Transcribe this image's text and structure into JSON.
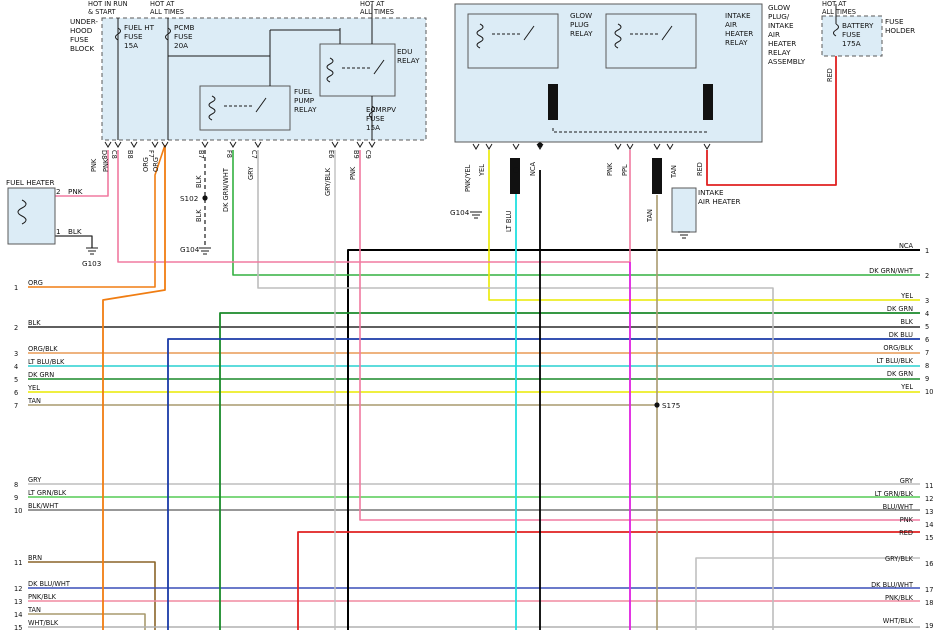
{
  "colors": {
    "ORG": "#f07d12",
    "BLK": "#2a2a2a",
    "ORG/BLK": "#e89a55",
    "LT BLU/BLK": "#29d0d0",
    "DK GRN": "#1a8a2a",
    "YEL": "#eaea00",
    "TAN": "#a89a6e",
    "GRY": "#bdbdbd",
    "LT GRN/BLK": "#55cc55",
    "BLK/WHT": "#777777",
    "BRN": "#8a6428",
    "DK BLU/WHT": "#3a4fb8",
    "PNK/BLK": "#f08aa0",
    "WHT/BLK": "#b0b0b0",
    "PNK": "#f07aa0",
    "RED": "#e02020",
    "DK GRN/WHT": "#33b040",
    "PPL": "#e020e0",
    "LT BLU": "#20e0e0",
    "NCA": "#000000",
    "GRY/BLK": "#c0c0c0",
    "BLU/WHT": "#7a7ac8",
    "DK BLU": "#1a3aa8",
    "PNK/YEL": "#f3a0a0"
  },
  "underhood_block": {
    "label": [
      "UNDER-",
      "HOOD",
      "FUSE",
      "BLOCK"
    ],
    "hot_run": [
      "HOT IN RUN",
      "& START"
    ],
    "hot_all_1": [
      "HOT AT",
      "ALL TIMES"
    ],
    "hot_all_2": [
      "HOT AT",
      "ALL TIMES"
    ],
    "fuel_ht_fuse": [
      "FUEL HT",
      "FUSE",
      "15A"
    ],
    "pcmb_fuse": [
      "PCMB",
      "FUSE",
      "20A"
    ],
    "edu_relay": [
      "EDU",
      "RELAY"
    ],
    "fuel_pump_relay": [
      "FUEL",
      "PUMP",
      "RELAY"
    ],
    "ecmrpv_fuse": [
      "ECMRPV",
      "FUSE",
      "15A"
    ],
    "pins": [
      "D8",
      "C8",
      "B8",
      "F7",
      "B7",
      "F8",
      "C7",
      "E6",
      "B9",
      "C9"
    ]
  },
  "relay_assembly": {
    "glow_plug_relay": [
      "GLOW",
      "PLUG",
      "RELAY"
    ],
    "intake_air_heater_relay": [
      "INTAKE",
      "AIR",
      "HEATER",
      "RELAY"
    ],
    "assembly_label": [
      "GLOW",
      "PLUG/",
      "INTAKE",
      "AIR",
      "HEATER",
      "RELAY",
      "ASSEMBLY"
    ]
  },
  "battery": {
    "hot_at": [
      "HOT AT",
      "ALL TIMES"
    ],
    "fuse": [
      "BATTERY",
      "FUSE",
      "175A"
    ],
    "holder": [
      "FUSE",
      "HOLDER"
    ]
  },
  "fuel_heater": {
    "label": "FUEL HEATER",
    "pin2": "2",
    "pin1": "1",
    "wire2": "PNK",
    "wire1": "BLK",
    "ground": "G103"
  },
  "splices": {
    "s102": "S102",
    "g104_left": "G104",
    "g104_right": "G104",
    "s175": "S175"
  },
  "intake_air_heater": [
    "INTAKE",
    "AIR HEATER"
  ],
  "vertical_wire_labels": [
    "PNK",
    "PNK",
    "ORG",
    "ORG",
    "BLK",
    "DK GRN/WHT",
    "GRY",
    "GRY/BLK",
    "PNK",
    "BLK",
    "PNK/YEL",
    "YEL",
    "LT BLU",
    "NCA",
    "PNK",
    "PPL",
    "TAN",
    "TAN",
    "RED",
    "RED"
  ],
  "left_connector": [
    {
      "pin": "1",
      "wire": "ORG"
    },
    {
      "pin": "2",
      "wire": "BLK"
    },
    {
      "pin": "3",
      "wire": "ORG/BLK"
    },
    {
      "pin": "4",
      "wire": "LT BLU/BLK"
    },
    {
      "pin": "5",
      "wire": "DK GRN"
    },
    {
      "pin": "6",
      "wire": "YEL"
    },
    {
      "pin": "7",
      "wire": "TAN"
    },
    {
      "pin": "8",
      "wire": "GRY"
    },
    {
      "pin": "9",
      "wire": "LT GRN/BLK"
    },
    {
      "pin": "10",
      "wire": "BLK/WHT"
    },
    {
      "pin": "11",
      "wire": "BRN"
    },
    {
      "pin": "12",
      "wire": "DK BLU/WHT"
    },
    {
      "pin": "13",
      "wire": "PNK/BLK"
    },
    {
      "pin": "14",
      "wire": "TAN"
    },
    {
      "pin": "15",
      "wire": "WHT/BLK"
    }
  ],
  "right_connector": [
    {
      "pin": "1",
      "wire": "NCA"
    },
    {
      "pin": "2",
      "wire": "DK GRN/WHT"
    },
    {
      "pin": "3",
      "wire": "YEL"
    },
    {
      "pin": "4",
      "wire": "DK GRN"
    },
    {
      "pin": "5",
      "wire": "BLK"
    },
    {
      "pin": "6",
      "wire": "DK BLU"
    },
    {
      "pin": "7",
      "wire": "ORG/BLK"
    },
    {
      "pin": "8",
      "wire": "LT BLU/BLK"
    },
    {
      "pin": "9",
      "wire": "DK GRN"
    },
    {
      "pin": "10",
      "wire": "YEL"
    },
    {
      "pin": "11",
      "wire": "GRY"
    },
    {
      "pin": "12",
      "wire": "LT GRN/BLK"
    },
    {
      "pin": "13",
      "wire": "BLU/WHT"
    },
    {
      "pin": "14",
      "wire": "PNK"
    },
    {
      "pin": "15",
      "wire": "RED"
    },
    {
      "pin": "16",
      "wire": "GRY/BLK"
    },
    {
      "pin": "17",
      "wire": "DK BLU/WHT"
    },
    {
      "pin": "18",
      "wire": "PNK/BLK"
    },
    {
      "pin": "19",
      "wire": "WHT/BLK"
    }
  ]
}
